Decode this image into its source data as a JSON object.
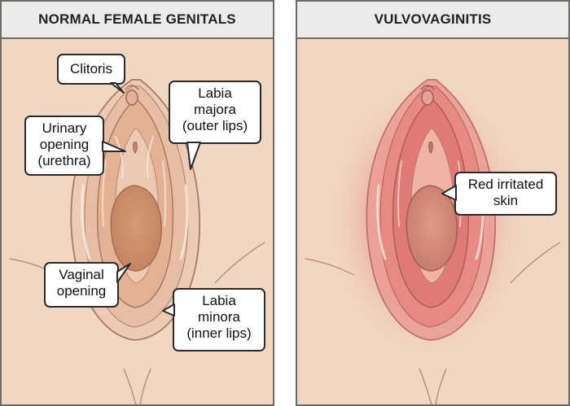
{
  "panels": {
    "left": {
      "title": "NORMAL FEMALE GENITALS"
    },
    "right": {
      "title": "VULVOVAGINITIS"
    }
  },
  "callouts": {
    "clitoris": "Clitoris",
    "urethra": "Urinary\nopening\n(urethra)",
    "labia_majora": "Labia\nmajora\n(outer lips)",
    "vaginal_opening": "Vaginal\nopening",
    "labia_minora": "Labia\nminora\n(inner lips)",
    "red_irritated": "Red irritated\nskin"
  },
  "colors": {
    "skin": "#f1d6c2",
    "skin_shadow": "#e2b89c",
    "inner_tissue": "#e6b79a",
    "opening": "#c98a68",
    "inflamed": "#e06f6f",
    "outline": "#9c6f57",
    "border": "#6d6a68"
  }
}
